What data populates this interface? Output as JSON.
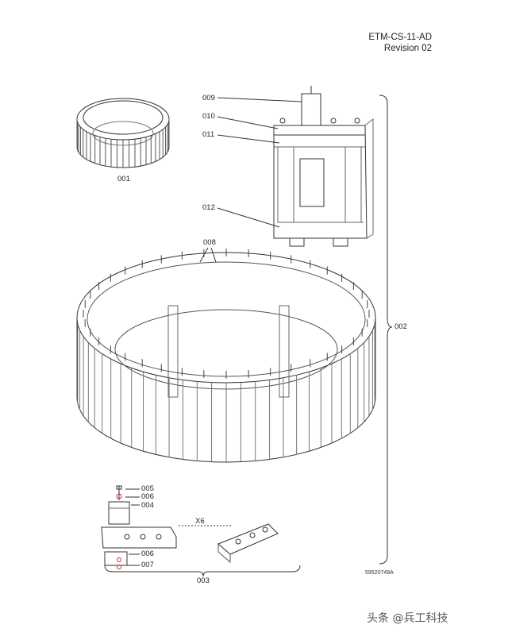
{
  "header": {
    "doc_id": "ETM-CS-11-AD",
    "revision": "Revision 02"
  },
  "callouts": {
    "c001": "001",
    "c002": "002",
    "c003": "003",
    "c004": "004",
    "c005": "005",
    "c006a": "006",
    "c006b": "006",
    "c007": "007",
    "c008": "008",
    "c009": "009",
    "c010": "010",
    "c011": "011",
    "c012": "012",
    "qty": "X6"
  },
  "drawing_number": "59520749A",
  "watermark": "头条 @兵工科技"
}
